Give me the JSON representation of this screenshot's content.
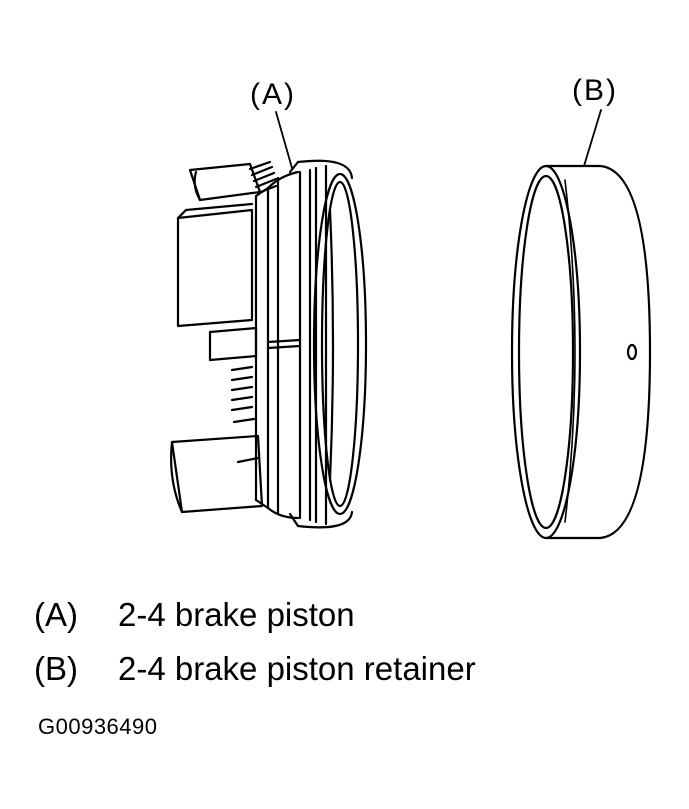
{
  "callouts": {
    "a": "(A)",
    "b": "(B)"
  },
  "legend": [
    {
      "key": "(A)",
      "text": "2-4 brake piston"
    },
    {
      "key": "(B)",
      "text": "2-4 brake piston retainer"
    }
  ],
  "figure_id": "G00936490"
}
